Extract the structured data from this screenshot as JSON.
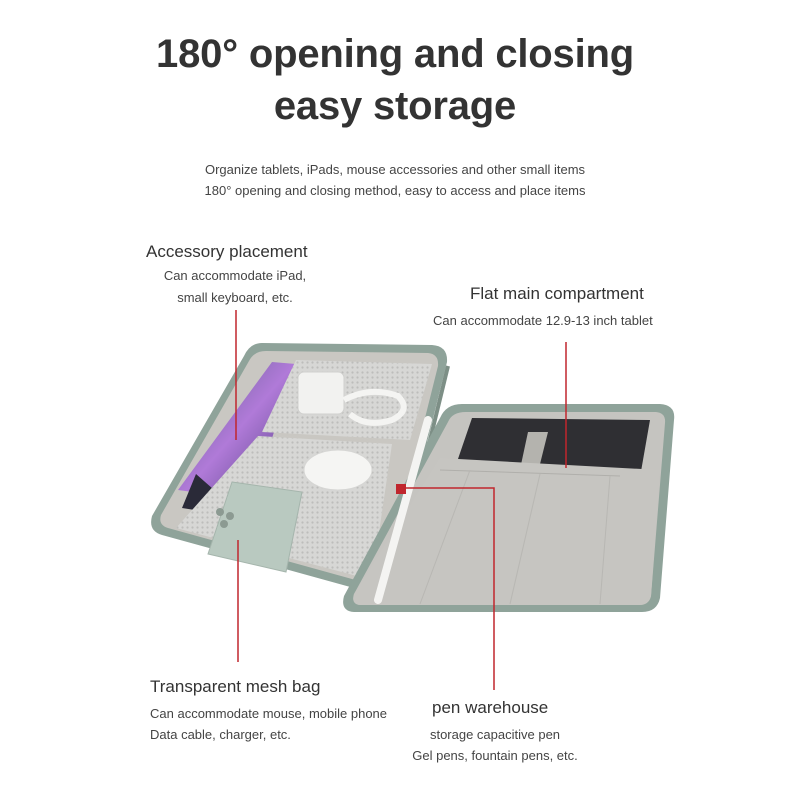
{
  "heading": {
    "line1": "180° opening and closing",
    "line2": "easy storage"
  },
  "subheading": {
    "line1": "Organize tablets, iPads, mouse accessories and other small items",
    "line2": "180° opening and closing method, easy to access and place items"
  },
  "callouts": {
    "accessory": {
      "title": "Accessory placement",
      "line1": "Can accommodate iPad,",
      "line2": "small keyboard, etc."
    },
    "main": {
      "title": "Flat main compartment",
      "line1": "Can accommodate 12.9-13 inch tablet"
    },
    "mesh": {
      "title": "Transparent mesh bag",
      "line1": "Can accommodate mouse, mobile phone",
      "line2": "Data cable, charger, etc."
    },
    "pen": {
      "title": "pen warehouse",
      "line1": "storage capacitive pen",
      "line2": "Gel pens, fountain pens, etc."
    }
  },
  "colors": {
    "leader_line": "#c0262d",
    "case_trim": "#8fa39a",
    "case_lining": "#c9c7c2"
  }
}
